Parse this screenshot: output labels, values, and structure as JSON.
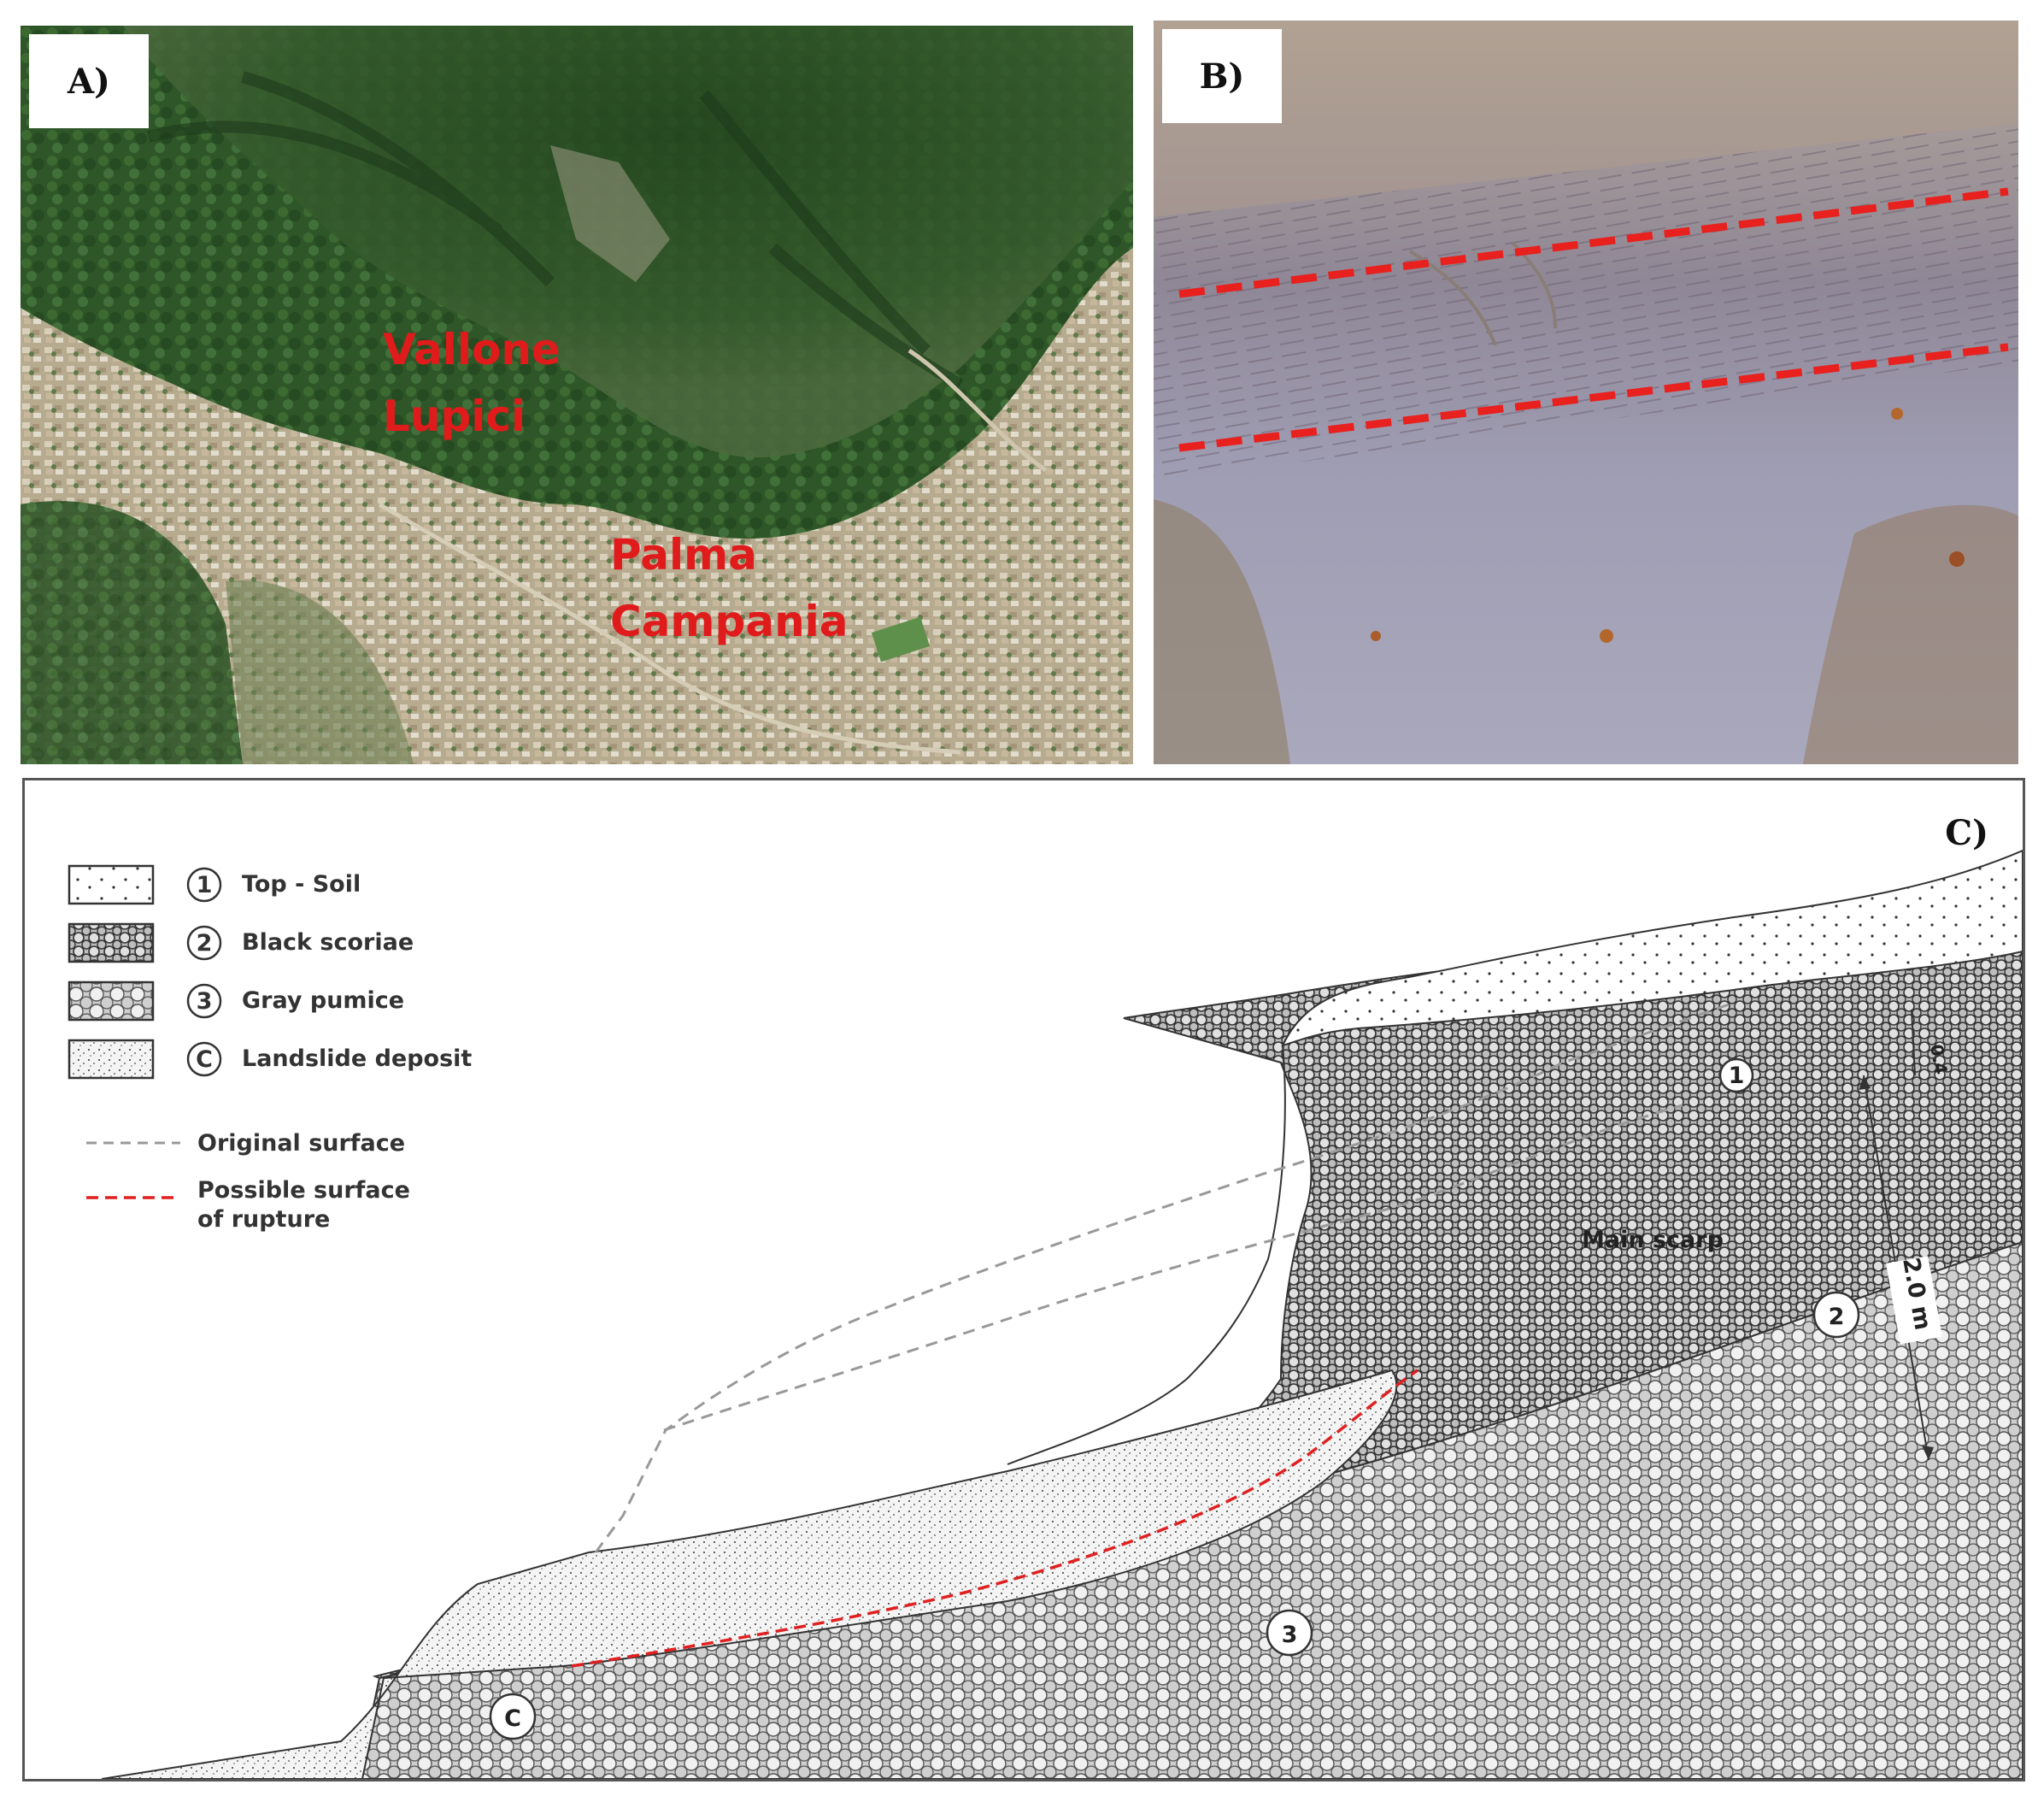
{
  "panel_a": {
    "tag": "A)",
    "labels": {
      "vallone": "Vallone\nLupici",
      "palma": "Palma\nCampania"
    },
    "colors": {
      "label": "#e01b1b"
    }
  },
  "panel_b": {
    "tag": "B)",
    "colors": {
      "rupture_line": "#e8201e"
    }
  },
  "panel_c": {
    "tag": "C)",
    "legend": {
      "units": [
        {
          "symbol": "1",
          "label": "Top - Soil"
        },
        {
          "symbol": "2",
          "label": "Black scoriae"
        },
        {
          "symbol": "3",
          "label": "Gray pumice"
        },
        {
          "symbol": "C",
          "label": "Landslide deposit"
        }
      ],
      "lines": [
        {
          "label": "Original surface",
          "color": "#999999"
        },
        {
          "label": "Possible surface",
          "label2": "of rupture",
          "color": "#e02020"
        }
      ]
    },
    "annotations": {
      "main_scarp": "Main scarp",
      "thickness_top": "0.4",
      "thickness_scoriae": "2.0 m"
    }
  }
}
